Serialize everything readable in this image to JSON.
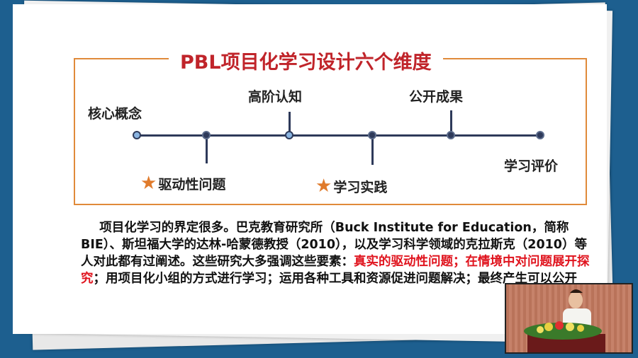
{
  "slide": {
    "title": "PBL项目化学习设计六个维度",
    "dimensions": [
      {
        "label": "核心概念",
        "starred": false
      },
      {
        "label": "驱动性问题",
        "starred": true
      },
      {
        "label": "高阶认知",
        "starred": false
      },
      {
        "label": "学习实践",
        "starred": true
      },
      {
        "label": "公开成果",
        "starred": false
      },
      {
        "label": "学习评价",
        "starred": false
      }
    ],
    "paragraph": {
      "part1": "项目化学习的界定很多。巴克教育研究所（Buck Institute for Education，简称BIE）、斯坦福大学的达林-哈蒙德教授（2010），以及学习科学领域的克拉斯克（2010）等人对此都有过阐述。这些研究大多强调这些要素：",
      "highlight": "真实的驱动性问题；在情境中对问题展开探究",
      "part2": "；用项目化小组的方式进行学习；运用各种工具和资源促进问题解决；最终产生可以公开"
    }
  },
  "colors": {
    "accent_red": "#e0141e",
    "title_red": "#c0242a",
    "frame_orange": "#e08a3a",
    "star": "#e07b2c"
  }
}
